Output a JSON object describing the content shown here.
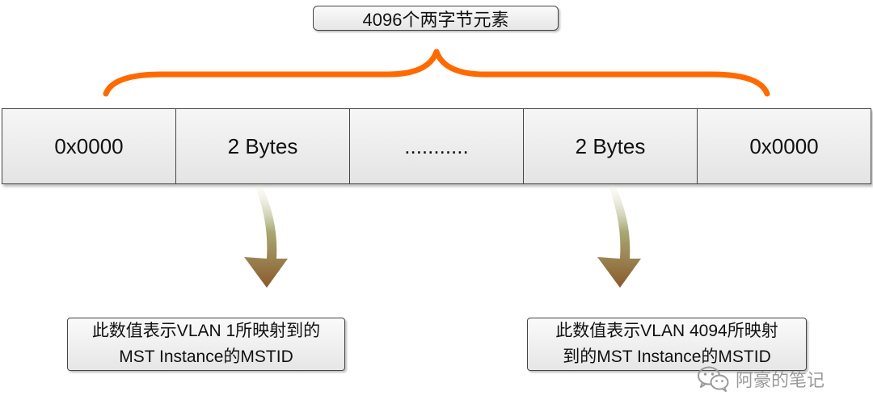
{
  "title": "4096个两字节元素",
  "cells": [
    {
      "label": "0x0000"
    },
    {
      "label": "2 Bytes"
    },
    {
      "label": "..........."
    },
    {
      "label": "2 Bytes"
    },
    {
      "label": "0x0000"
    }
  ],
  "notes": {
    "left": {
      "line1": "此数值表示VLAN 1所映射到的",
      "line2": "MST Instance的MSTID"
    },
    "right": {
      "line1": "此数值表示VLAN 4094所映射",
      "line2": "到的MST Instance的MSTID"
    }
  },
  "watermark": {
    "text": "阿豪的笔记",
    "icon": "wechat-icon"
  },
  "colors": {
    "brace": "#ff6a00",
    "arrow_top": "#d8ddc4",
    "arrow_bottom": "#8a5a2c",
    "box_border": "#444444"
  }
}
